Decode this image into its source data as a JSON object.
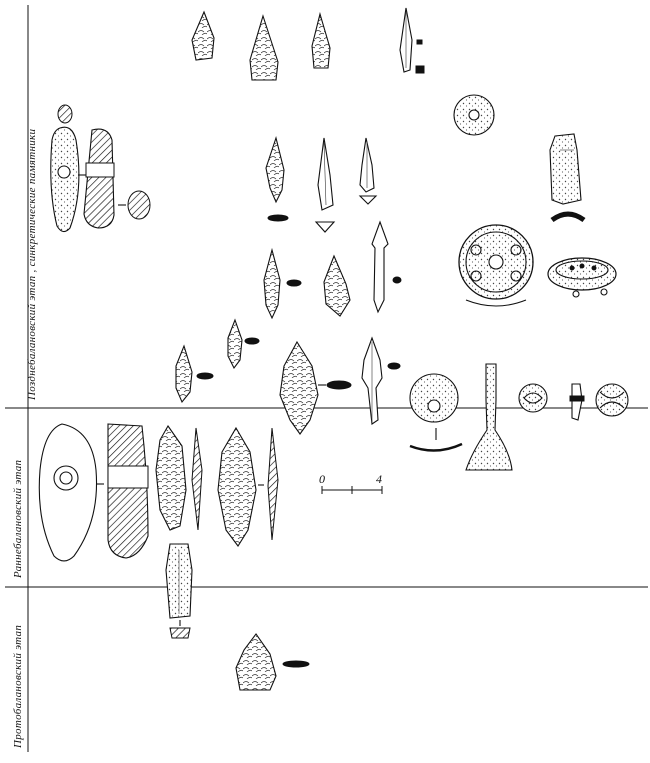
{
  "stages": {
    "late": "Позднебалановский  этап ,  синкретические  памятники",
    "early": "Раннебалановский  этап",
    "proto": "Протобалановский  этап"
  },
  "scale": {
    "zero": "0",
    "four": "4"
  }
}
